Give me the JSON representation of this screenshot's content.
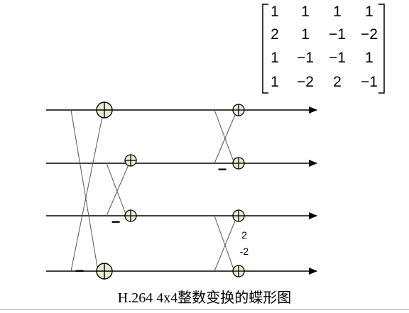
{
  "matrix": {
    "rows": [
      [
        "1",
        "1",
        "1",
        "1"
      ],
      [
        "2",
        "1",
        "−1",
        "−2"
      ],
      [
        "1",
        "−1",
        "−1",
        "1"
      ],
      [
        "1",
        "−2",
        "2",
        "−1"
      ]
    ]
  },
  "butterfly": {
    "minus_label": "−",
    "coef_2": "2",
    "coef_neg2": "-2"
  },
  "caption": "H.264 4x4整数变换的蝶形图",
  "colors": {
    "node_fill": "#e8ecd0",
    "line": "#000000",
    "cross_line": "#555555"
  }
}
